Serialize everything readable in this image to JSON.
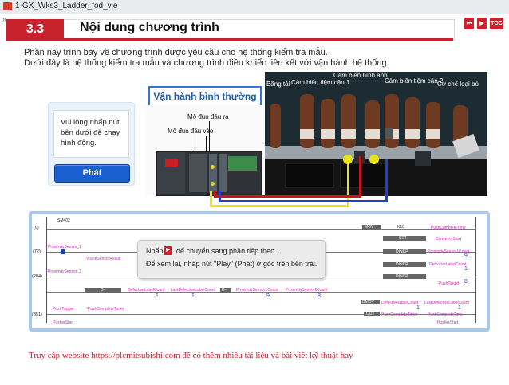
{
  "window": {
    "title": "1-GX_Wks3_Ladder_fod_vie"
  },
  "collapse_glyph": "»",
  "header": {
    "number": "3.3",
    "title": "Nội dung chương trình",
    "accent": "#c8232c",
    "nav": [
      "⏮",
      "▶",
      "TOC"
    ]
  },
  "intro": {
    "line1": "Phần này trình bày về chương trình được yêu cầu cho hệ thống kiểm tra mẫu.",
    "line2": "Dưới đây là hệ thống kiểm tra mẫu và chương trình điều khiển liên kết với vận hành hệ thống."
  },
  "instruction": {
    "text": "Vui lòng nhấp nút bên dưới để chạy hình động.",
    "button": "Phát"
  },
  "diagram": {
    "mode_label": "Vận hành bình thường",
    "output_module": "Mô đun đầu ra",
    "input_module": "Mô đun đầu vào",
    "machine_labels": {
      "conveyor": "Băng tải",
      "sensor1": "Cảm biến tiệm cận 1",
      "vision": "Cảm biến hình ảnh",
      "sensor2": "Cảm biến tiệm cận 2",
      "reject": "Cơ chế loại bỏ"
    }
  },
  "ladder": {
    "rungs": [
      "(0)",
      "(72)",
      "(204)",
      "(351)"
    ],
    "contacts": {
      "sm402": "SM402",
      "prox1": "ProximitySensor_1",
      "vision_result": "VisionSensorResult",
      "prox2": "ProximitySensor_2",
      "push_trigger": "PushTrigger",
      "push_complete_timer": "PushCompleteTimer",
      "pusher_start": "PusherStart"
    },
    "instr": {
      "mov": "MOV",
      "k10": "K10",
      "push_complete_time": "PushCompleteTime",
      "set": "SET",
      "conveyor_start": "ConveyorStart",
      "dincp1": "DINCP",
      "prox_count": "ProximitySensor1Count",
      "dincp2": "DINCP",
      "defective_count": "DefectiveLabelCount",
      "dincp3": "DINCP",
      "push_target": "PushTarget",
      "cmp_eq": "D=",
      "defective_count_b": "DefectiveLabelCount",
      "last_defective": "LastDefectiveLabelCount",
      "cmp_eq2": "D=",
      "prox1_count_b": "ProximitySensor1Count",
      "prox2_count": "ProximitySensor2Count",
      "dmov": "DMOV",
      "defective_count_c": "DefectiveLabelCount",
      "last_defective_b": "LastDefectiveLabelCount",
      "out": "OUT",
      "push_complete_timer": "PushCompleteTimer",
      "push_complete_time_b": "PushCompleteTime",
      "pusher_start": "PusherStart"
    },
    "values": {
      "v9a": "9",
      "v1a": "1",
      "v8a": "8",
      "d1": "1",
      "d2": "1",
      "d3": "9",
      "d4": "8",
      "d5": "1",
      "d6": "1"
    }
  },
  "tooltip": {
    "click": "Nhấp",
    "badge": "▶",
    "line1": "để chuyển sang phần tiếp theo.",
    "line2": "Để xem lại, nhấp nút \"Play\" (Phát) ở góc trên bên trái."
  },
  "footer": "Truy cập website https://plcmitsubishi.com để có thêm nhiều tài liệu và bài viết kỹ thuật hay"
}
